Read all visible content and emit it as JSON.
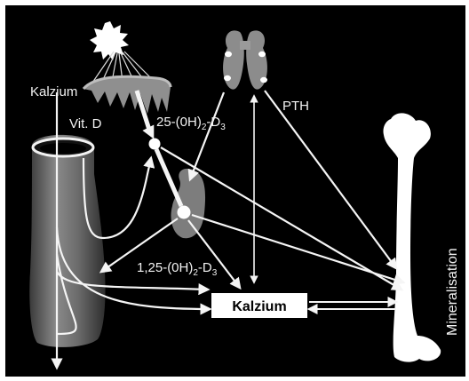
{
  "labels": {
    "calcium_left": "Kalzium",
    "vitd": "Vit. D",
    "d25_main": "25-(0H)",
    "d25_sub1": "2",
    "d25_mid": "-D",
    "d25_sub2": "3",
    "pth": "PTH",
    "d125_main": "1,25-(0H)",
    "d125_sub1": "2",
    "d125_mid": "-D",
    "d125_sub2": "3",
    "calcium_box": "Kalzium",
    "mineralisation": "Mineralisation"
  },
  "colors": {
    "background": "#000000",
    "arrow": "#f5f5f5",
    "organ": "#8c8c8c",
    "intestine": "#6f6f6f",
    "bone": "#ffffff",
    "box": "#ffffff"
  },
  "icons": {
    "sun": "sun-icon",
    "skin": "skin-icon",
    "parathyroid": "parathyroid-gland-icon",
    "liver": "liver-icon",
    "kidney": "kidney-icon",
    "intestine": "intestine-icon",
    "bone": "bone-icon"
  }
}
